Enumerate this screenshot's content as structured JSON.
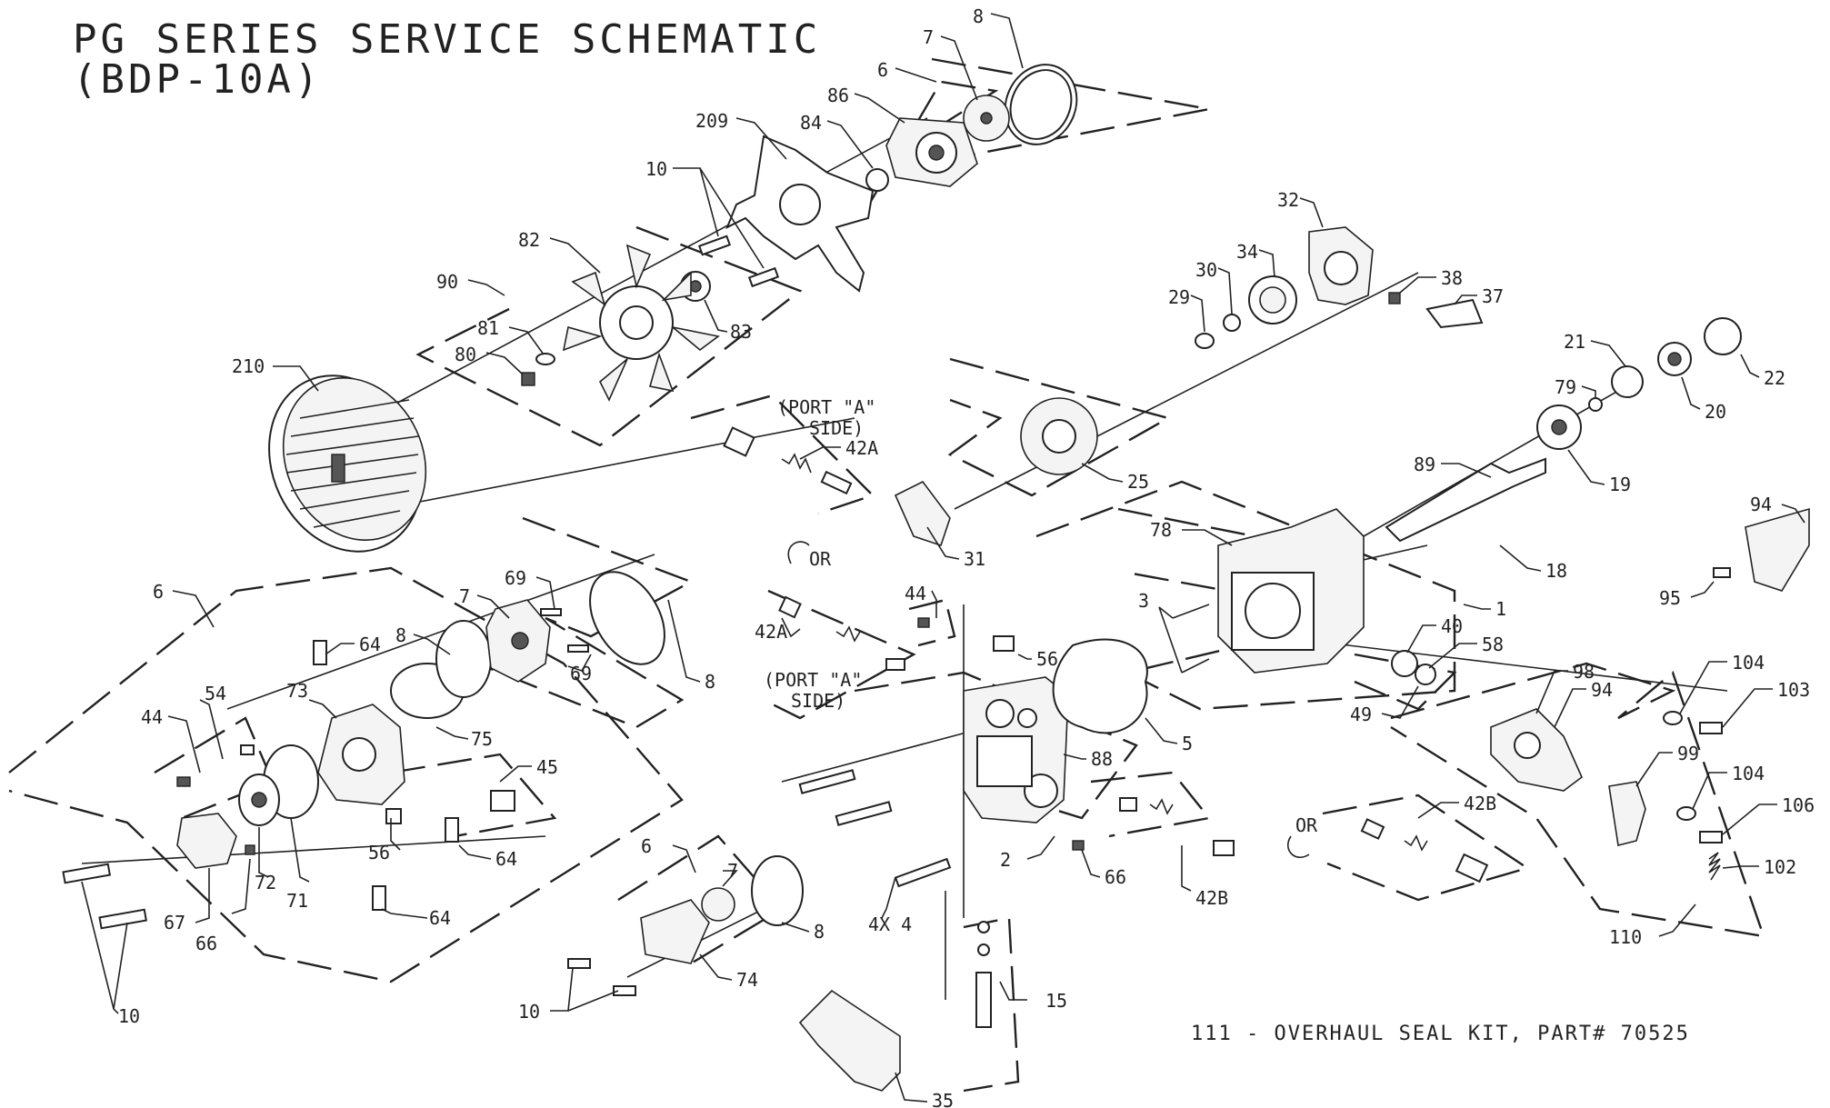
{
  "title": {
    "line1": "PG SERIES SERVICE SCHEMATIC",
    "line2": "(BDP-10A)"
  },
  "kit_note": "111 - OVERHAUL SEAL KIT, PART# 70525",
  "port_notes": {
    "top_line1": "(PORT \"A\"",
    "top_line2": "SIDE)",
    "bottom_line1": "(PORT \"A\"",
    "bottom_line2": "SIDE)"
  },
  "rotation_labels": {
    "or_top": "OR",
    "or_right": "OR"
  },
  "callouts": {
    "c8_top": "8",
    "c7_top": "7",
    "c6_top": "6",
    "c86": "86",
    "c84": "84",
    "c209": "209",
    "c10_top": "10",
    "c82": "82",
    "c90": "90",
    "c81": "81",
    "c80": "80",
    "c83": "83",
    "c210": "210",
    "c32": "32",
    "c38": "38",
    "c37": "37",
    "c34": "34",
    "c30": "30",
    "c29": "29",
    "c21": "21",
    "c22": "22",
    "c79": "79",
    "c20": "20",
    "c89": "89",
    "c19": "19",
    "c25": "25",
    "c31": "31",
    "c42a_top": "42A",
    "c94_right": "94",
    "c95": "95",
    "c78": "78",
    "c18": "18",
    "c1": "1",
    "c3": "3",
    "c40": "40",
    "c58": "58",
    "c49": "49",
    "c98": "98",
    "c94_mid": "94",
    "c104_top": "104",
    "c103": "103",
    "c99": "99",
    "c104_bot": "104",
    "c106": "106",
    "c102": "102",
    "c110": "110",
    "c42b_right": "42B",
    "c6_left": "6",
    "c69_top": "69",
    "c7_left": "7",
    "c64_top": "64",
    "c8_left": "8",
    "c69_bot": "69",
    "c8_right": "8",
    "c44_left": "44",
    "c54": "54",
    "c73": "73",
    "c75": "75",
    "c45": "45",
    "c56_left": "56",
    "c64_mid": "64",
    "c67": "67",
    "c72": "72",
    "c66_left": "66",
    "c71": "71",
    "c64_bot": "64",
    "c10_left": "10",
    "c44_mid": "44",
    "c42a_mid": "42A",
    "c56_mid": "56",
    "c5": "5",
    "c88": "88",
    "c2": "2",
    "c66_mid": "66",
    "c42b_mid": "42B",
    "c4x4": "4X 4",
    "c6_bot": "6",
    "c7_bot": "7",
    "c8_bot": "8",
    "c74": "74",
    "c10_bot": "10",
    "c15": "15",
    "c35": "35"
  }
}
